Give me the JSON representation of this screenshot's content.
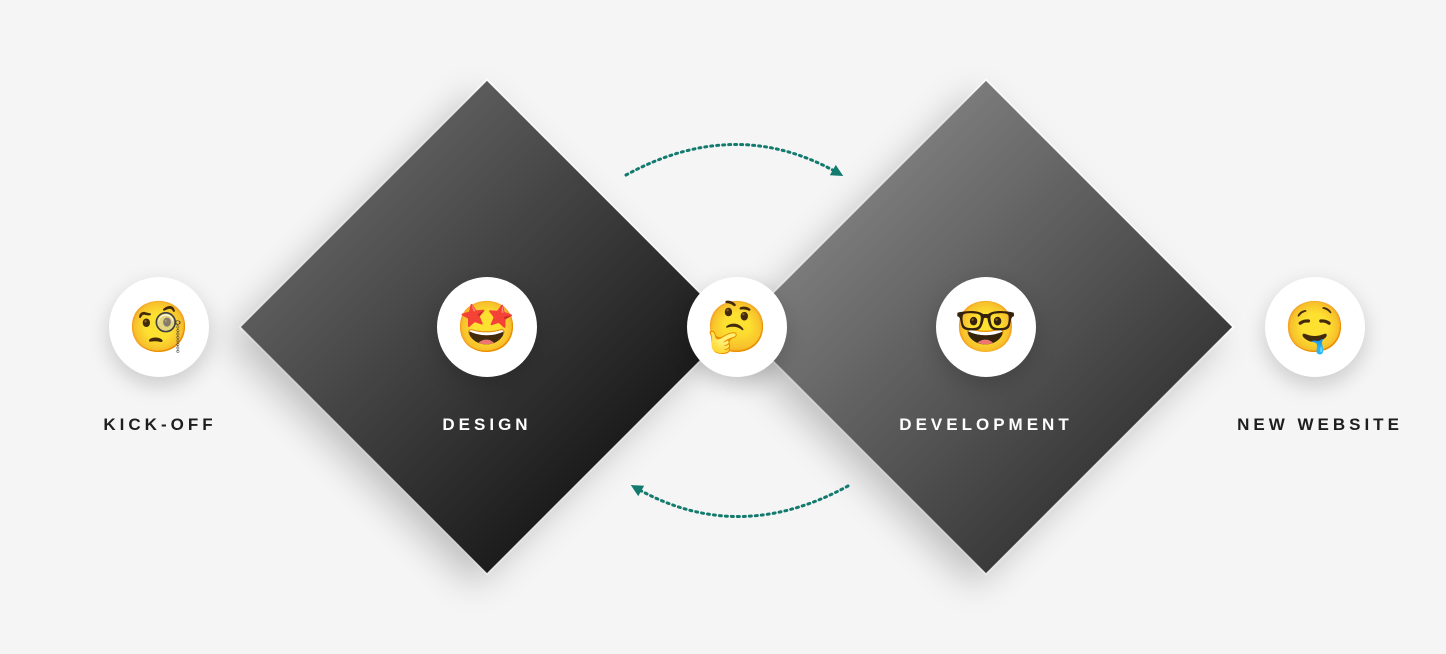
{
  "stages": [
    {
      "id": "kick-off",
      "label": "KICK-OFF",
      "emoji": "🧐",
      "icon": "face-with-monocle-icon"
    },
    {
      "id": "design",
      "label": "DESIGN",
      "emoji": "🤩",
      "icon": "star-struck-icon"
    },
    {
      "id": "review",
      "label": "",
      "emoji": "🤔",
      "icon": "thinking-face-icon"
    },
    {
      "id": "development",
      "label": "DEVELOPMENT",
      "emoji": "🤓",
      "icon": "nerd-face-icon"
    },
    {
      "id": "new-website",
      "label": "NEW WEBSITE",
      "emoji": "🤤",
      "icon": "drooling-face-icon"
    }
  ],
  "colors": {
    "background": "#f5f5f5",
    "arrow": "#137a6e",
    "label_dark": "#1e1e1e",
    "label_light": "#ffffff"
  }
}
